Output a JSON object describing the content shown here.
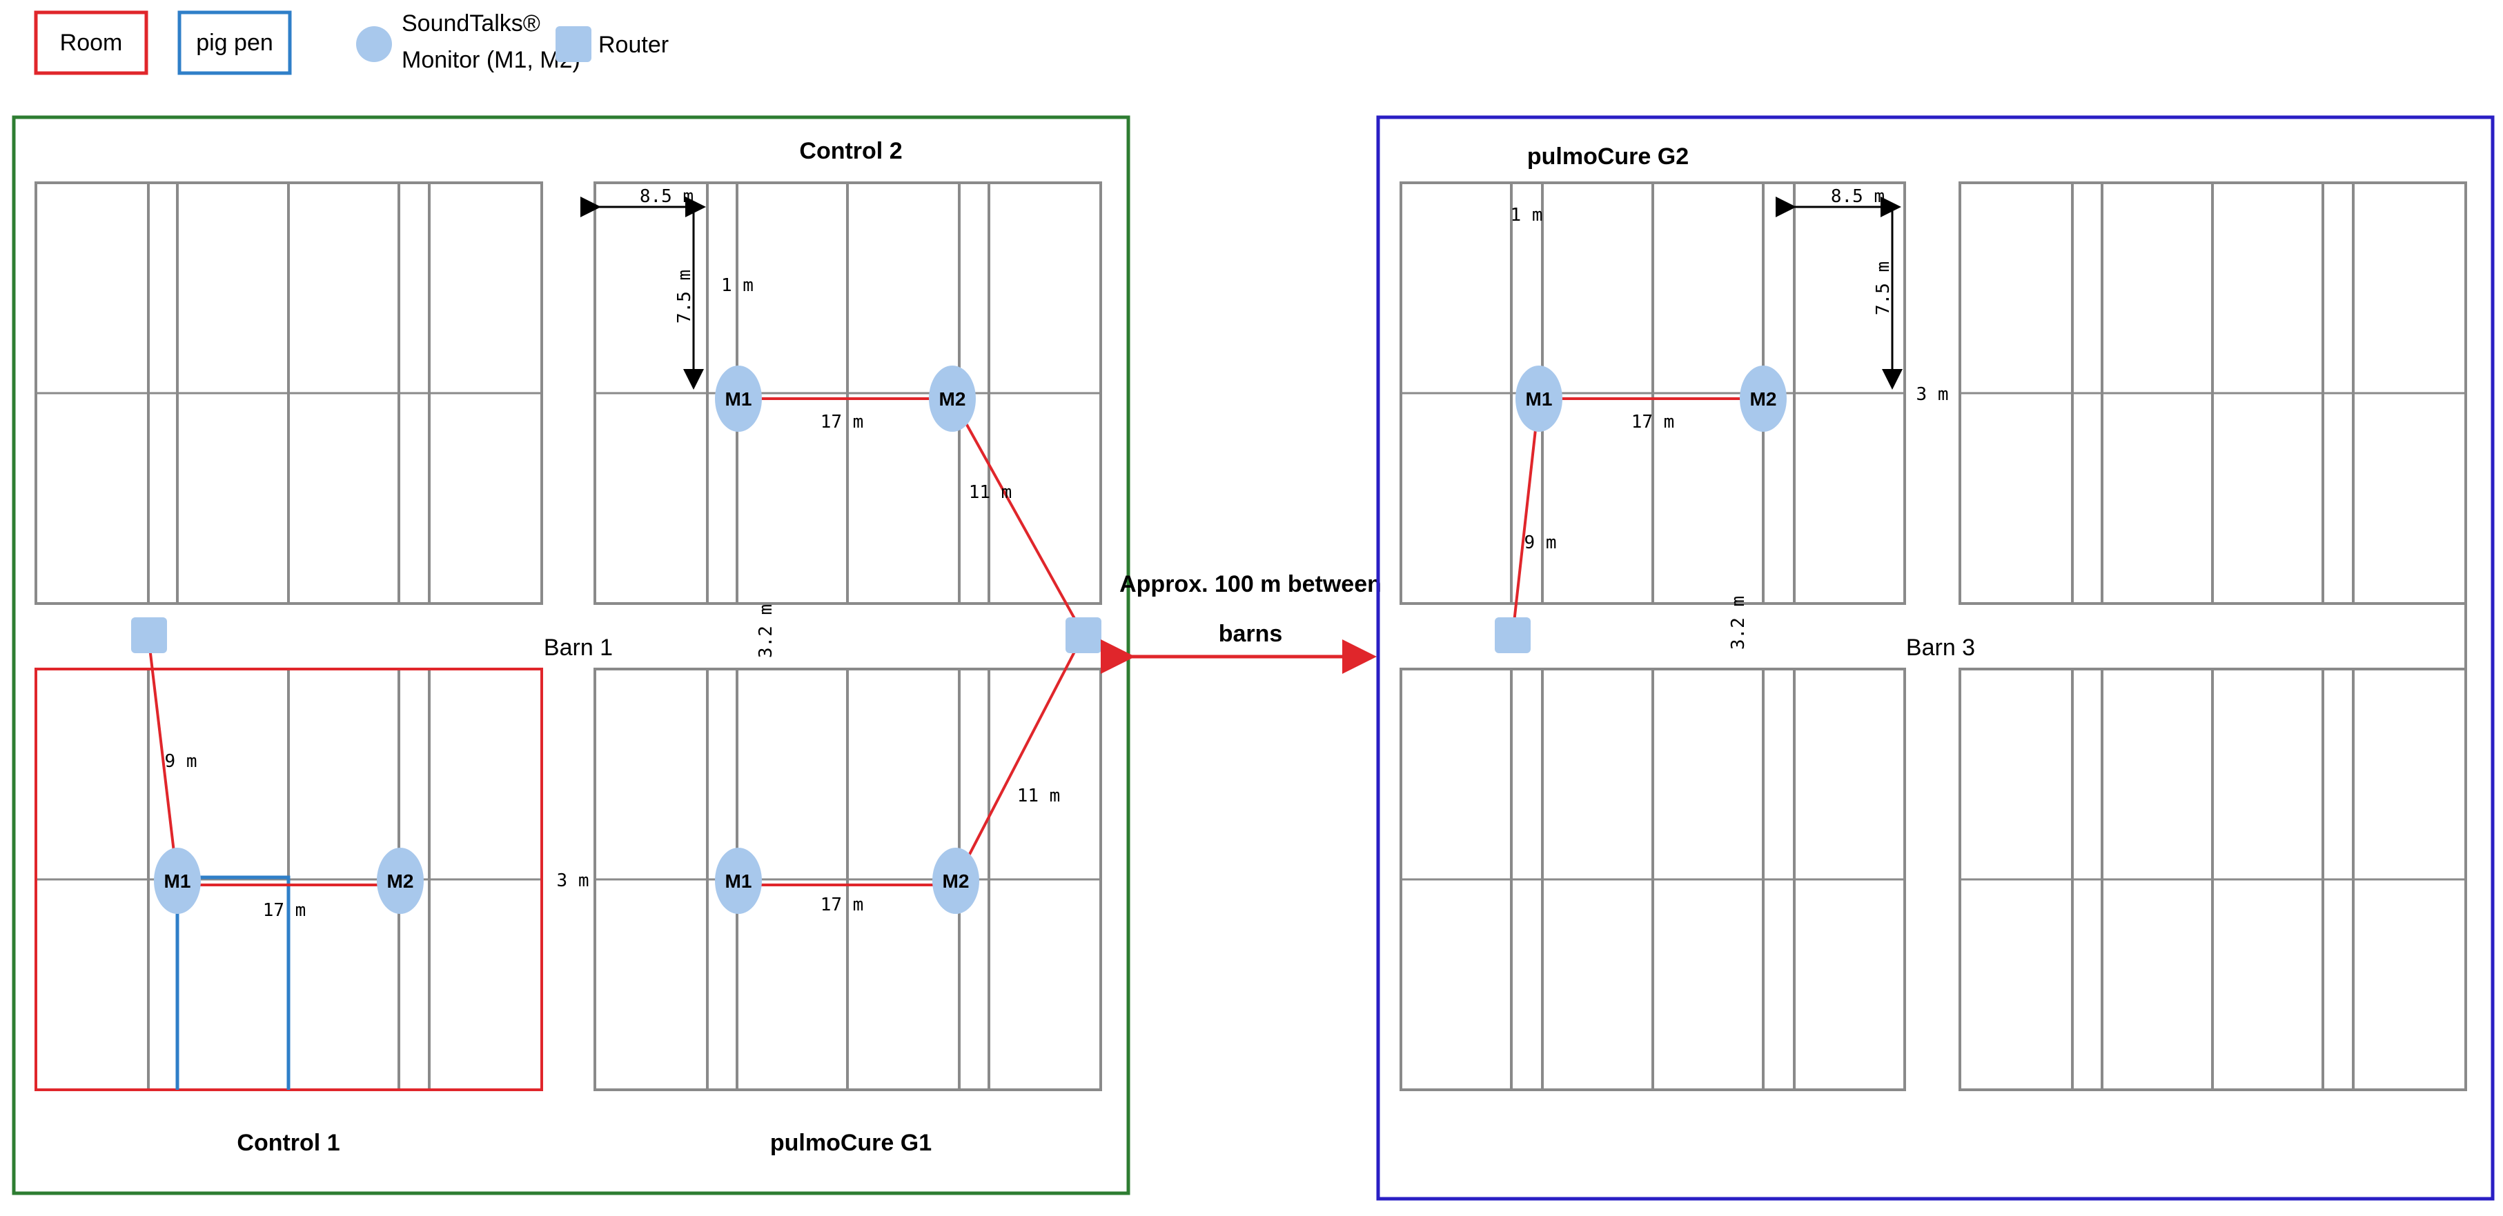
{
  "legend": {
    "room": "Room",
    "pig_pen": "pig pen",
    "monitor_line1": "SoundTalks®",
    "monitor_line2": "Monitor (M1, M2)",
    "router": "Router"
  },
  "barn1": {
    "name": "Barn 1",
    "control2_title": "Control 2",
    "control1_title": "Control 1",
    "pulmocure_g1_title": "pulmoCure G1"
  },
  "barn3": {
    "name": "Barn 3",
    "pulmocure_g2_title": "pulmoCure G2"
  },
  "between": {
    "line1": "Approx. 100 m between",
    "line2": "barns"
  },
  "monitors": {
    "m1": "M1",
    "m2": "M2"
  },
  "measures": {
    "m8_5": "8.5 m",
    "m7_5": "7.5 m",
    "m1": "1 m",
    "m17": "17 m",
    "m11": "11 m",
    "m9": "9 m",
    "m3": "3 m",
    "m3_2": "3.2 m"
  },
  "colors": {
    "room": "#e0262b",
    "pig_pen": "#2f7fc8",
    "barn1": "#2e7d32",
    "barn3": "#2a1fc4",
    "monitor": "#a8c8ec",
    "link": "#e0262b",
    "wall": "#8a8a8a"
  }
}
